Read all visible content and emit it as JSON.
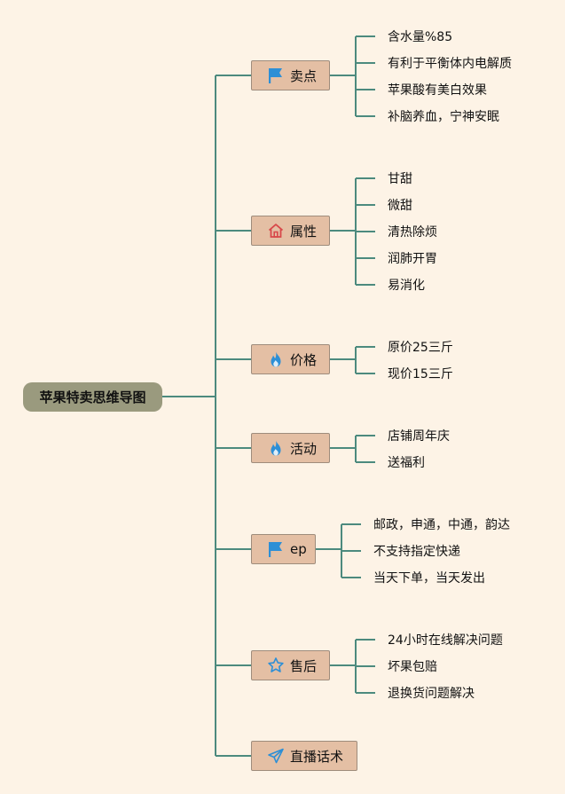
{
  "root": {
    "label": "苹果特卖思维导图"
  },
  "branches": [
    {
      "label": "卖点",
      "icon": "flag-icon",
      "items": [
        "含水量%85",
        "有利于平衡体内电解质",
        "苹果酸有美白效果",
        "补脑养血，宁神安眠"
      ]
    },
    {
      "label": "属性",
      "icon": "house-icon",
      "items": [
        "甘甜",
        "微甜",
        "清热除烦",
        "润肺开胃",
        "易消化"
      ]
    },
    {
      "label": "价格",
      "icon": "fire-icon",
      "items": [
        "原价25三斤",
        "现价15三斤"
      ]
    },
    {
      "label": "活动",
      "icon": "fire-icon",
      "items": [
        "店铺周年庆",
        "送福利"
      ]
    },
    {
      "label": "ep",
      "icon": "flag-icon",
      "items": [
        "邮政，申通，中通，韵达",
        "不支持指定快递",
        "当天下单，当天发出"
      ]
    },
    {
      "label": "售后",
      "icon": "star-icon",
      "items": [
        "24小时在线解决问题",
        "坏果包赔",
        "退换货问题解决"
      ]
    },
    {
      "label": "直播话术",
      "icon": "send-icon",
      "items": []
    }
  ],
  "colors": {
    "background": "#fdf3e6",
    "line": "#4c8a7e",
    "root_fill": "#9a9a7e",
    "branch_fill": "#e4bfa4",
    "flag_icon": "#2d8fd6",
    "fire_icon": "#2d8fd6",
    "house_icon": "#d8484a",
    "star_icon": "#2d8fd6",
    "send_icon": "#2d8fd6"
  }
}
